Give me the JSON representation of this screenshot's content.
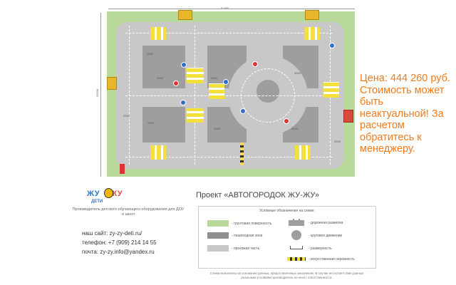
{
  "plan": {
    "dimension_top": "31880",
    "dimension_left": "22000",
    "inner_labels": [
      "3260",
      "3500",
      "4000",
      "2900",
      "2200",
      "2020",
      "4050",
      "2440",
      "2000"
    ]
  },
  "price": {
    "text": "Цена: 444 260 руб. Стоимость может быть неактуальной! За расчетом обратитесь к менеджеру.",
    "color": "#f07b1c"
  },
  "company": {
    "logo_part1": "ЖУ",
    "logo_part2": "ЖУ",
    "logo_sub": "ДЕТИ",
    "tagline": "Производитель детского обучающего оборудования для ДОУ и школ",
    "site": "наш сайт: zy-zy-deti.ru/",
    "phone": "телефон: +7 (909) 214 14 55",
    "email": "почта: zy-zy.info@yandex.ru"
  },
  "project": {
    "title": "Проект «АВТОГОРОДОК ЖУ-ЖУ»"
  },
  "legend": {
    "title": "Условные обозначения на схеме:",
    "items": [
      {
        "label": "- грунтовая поверхность",
        "color": "#b9d99a"
      },
      {
        "label": "- пешеходная зона",
        "color": "#8f8f8f"
      },
      {
        "label": "- проезжая часть",
        "color": "#c8c8c8"
      },
      {
        "label": "- дорожная разметка"
      },
      {
        "label": "- круговое движение"
      },
      {
        "label": "- размерность"
      },
      {
        "label": "- искусственная неровность"
      }
    ]
  },
  "footnote": "Схема выполнена на основании данных, предоставленных заказчиком. В случае несоответствия данных реальным условиям производитель не несет ответственности."
}
